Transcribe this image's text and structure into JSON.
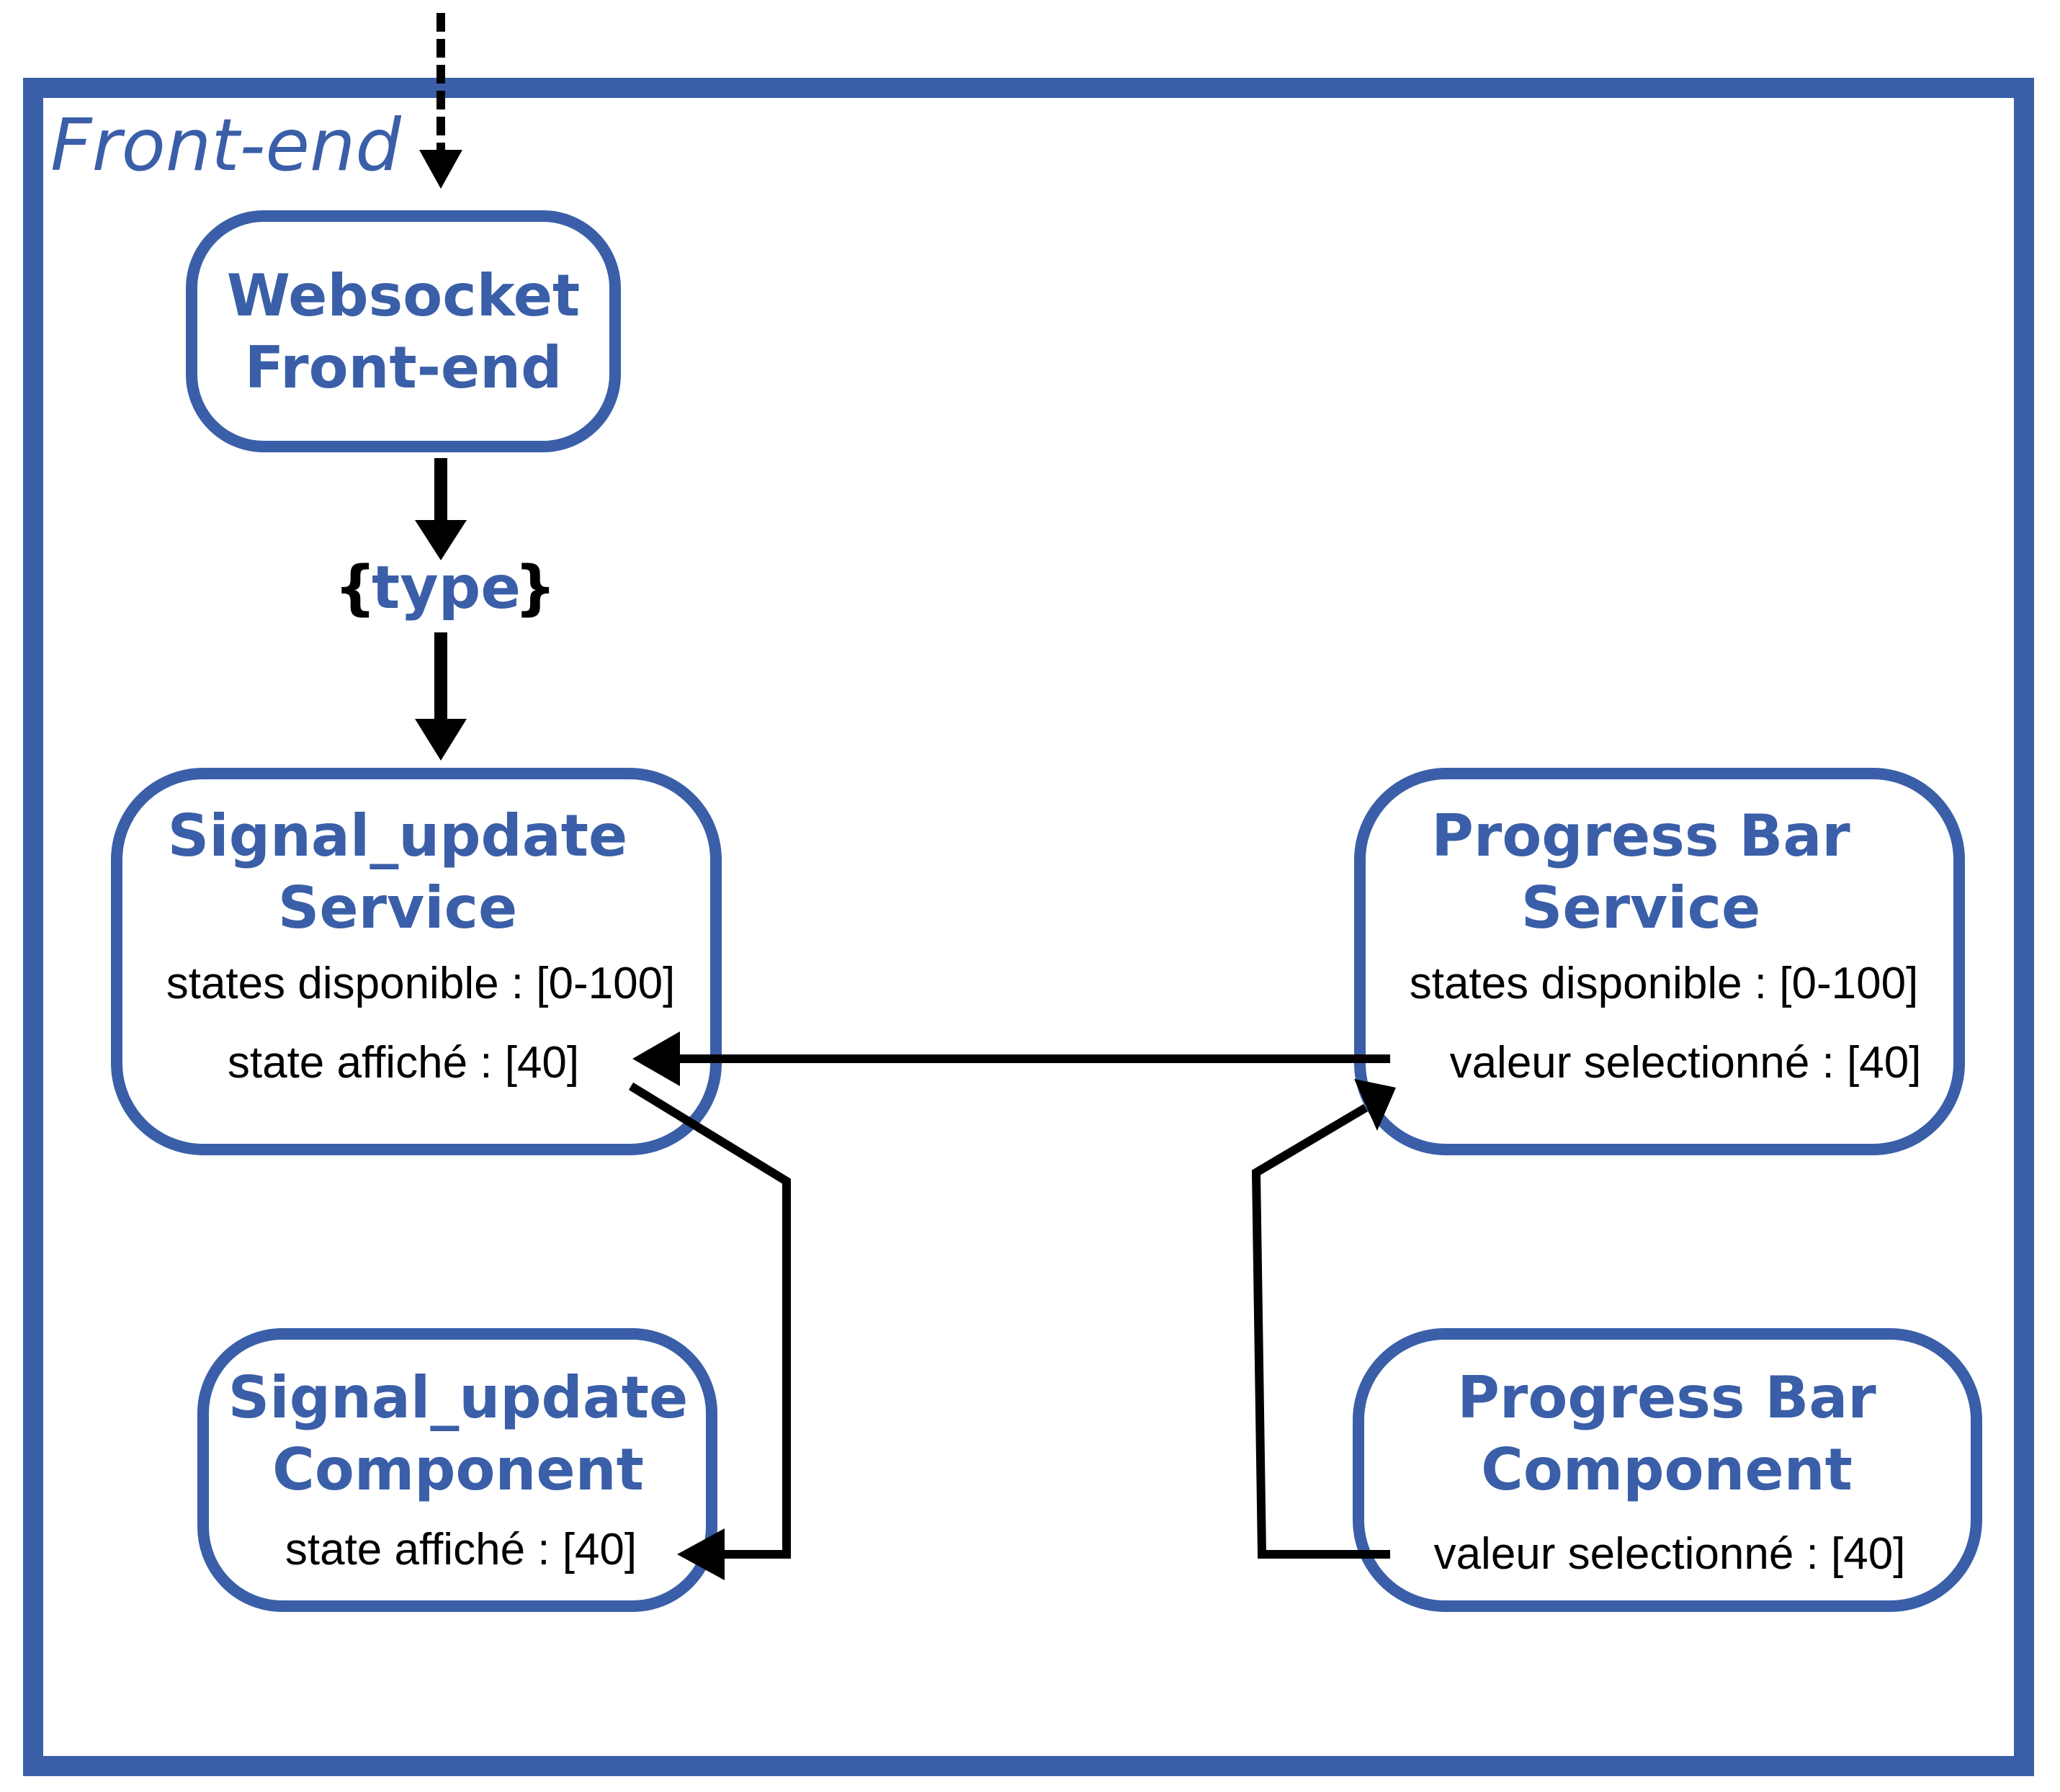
{
  "frame": {
    "label": "Front-end"
  },
  "nodes": {
    "websocket": {
      "title": [
        "Websocket",
        "Front-end"
      ]
    },
    "signal_service": {
      "title": [
        "Signal_update",
        "Service"
      ],
      "lines": [
        "states disponible : [0-100]",
        "state affiché : [40]"
      ]
    },
    "progress_service": {
      "title": [
        "Progress Bar",
        "Service"
      ],
      "lines": [
        "states disponible : [0-100]",
        "valeur selectionné : [40]"
      ]
    },
    "signal_component": {
      "title": [
        "Signal_update",
        "Component"
      ],
      "lines": [
        "state affiché : [40]"
      ]
    },
    "progress_component": {
      "title": [
        "Progress Bar",
        "Component"
      ],
      "lines": [
        "valeur selectionné : [40]"
      ]
    }
  },
  "edge_label": {
    "open": "{",
    "word": "type",
    "close": "}"
  },
  "colors": {
    "accent": "#3a5fa8",
    "edge": "#000000"
  }
}
